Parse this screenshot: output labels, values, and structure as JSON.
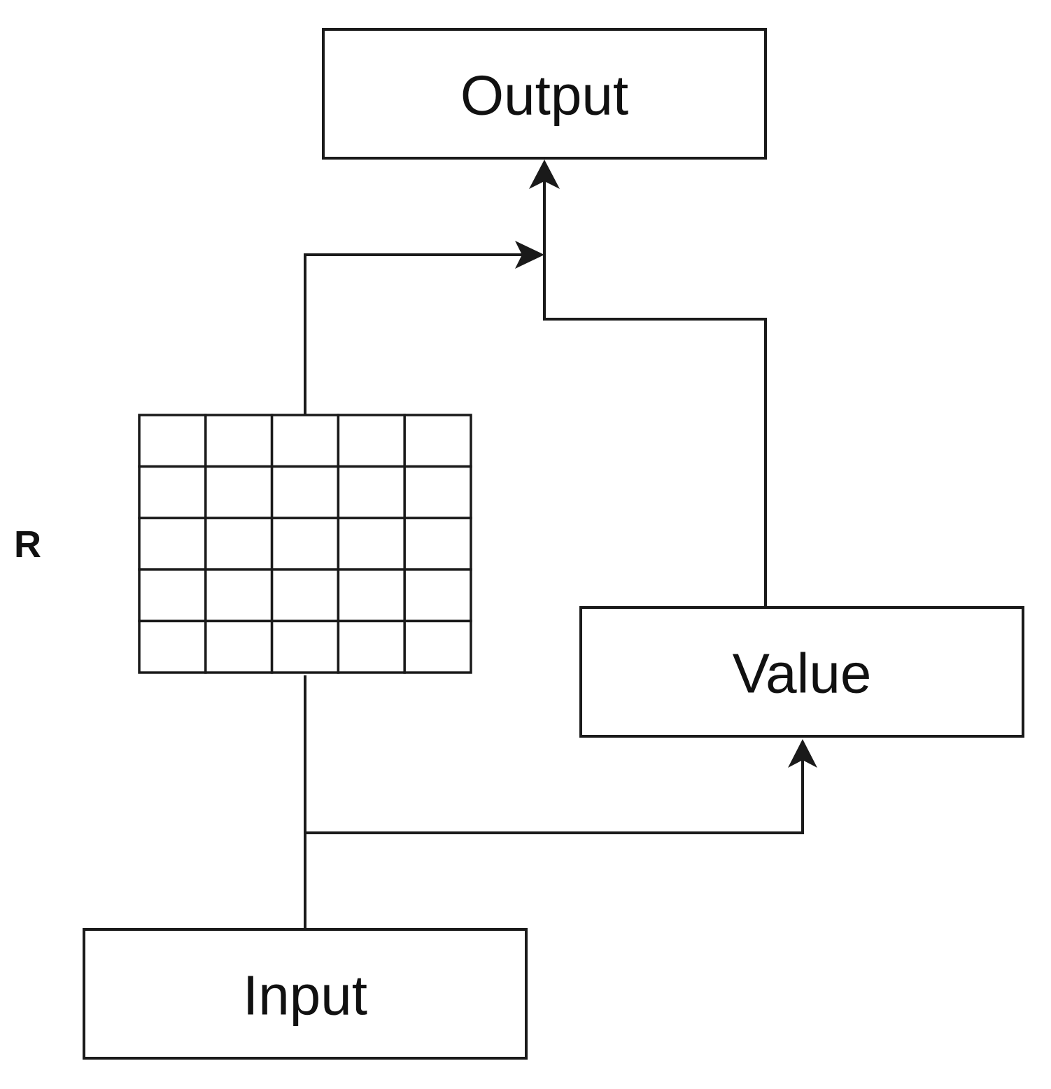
{
  "diagram": {
    "nodes": {
      "output": {
        "label": "Output"
      },
      "value": {
        "label": "Value"
      },
      "input": {
        "label": "Input"
      },
      "matrix": {
        "label": "R",
        "rows": 5,
        "cols": 5
      }
    },
    "edges": [
      {
        "from": "input",
        "to": "matrix"
      },
      {
        "from": "input",
        "to": "value"
      },
      {
        "from": "matrix",
        "to": "output"
      },
      {
        "from": "value",
        "to": "output"
      }
    ],
    "colors": {
      "stroke": "#1a1a1a",
      "background": "#ffffff"
    }
  }
}
